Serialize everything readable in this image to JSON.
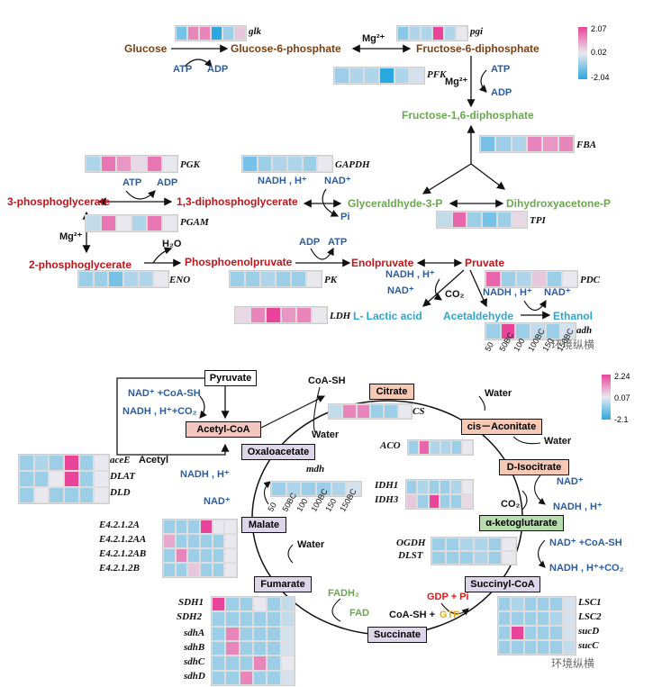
{
  "colors": {
    "high": "#e8459a",
    "mid": "#e8e8ee",
    "low": "#2ba8e0",
    "metabolite_brown": "#7b3f12",
    "metabolite_red": "#c0161c",
    "metabolite_green": "#6aa84f",
    "cofactor_blue": "#2a5d9f"
  },
  "glycolysis": {
    "glucose": "Glucose",
    "g6p": "Glucose-6-phosphate",
    "f6dp": "Fructose-6-diphosphate",
    "f16dp": "Fructose-1,6-diphosphate",
    "gap": "Glyceraldhyde-3-P",
    "dhap": "Dihydroxyacetone-P",
    "bpg13": "1,3-diphosphoglycerate",
    "pg3": "3-phosphoglycerate",
    "pg2": "2-phosphoglycerate",
    "pep": "Phosphoenolpruvate",
    "enol": "Enolpruvate",
    "pyr": "Pruvate",
    "lactic": "L- Lactic acid",
    "acetald": "Acetaldehyde",
    "ethanol": "Ethanol"
  },
  "cofactors": {
    "atp": "ATP",
    "adp": "ADP",
    "mg": "Mg²⁺",
    "nadh_h": "NADH , H⁺",
    "nad": "NAD⁺",
    "pi": "Pi",
    "h2o": "H₂O",
    "co2": "CO₂",
    "nadh_h_plus": "NADH , H⁺",
    "nad_coa": "NAD⁺ +CoA-SH",
    "nadh_co2": "NADH , H⁺+CO₂",
    "coash": "CoA-SH",
    "water": "Water",
    "gdp_pi": "GDP + Pi",
    "coash_plus": "CoA-SH +",
    "gtp": "GTP",
    "fadh2": "FADH₂",
    "fad": "FAD",
    "acetyl": "Acetyl",
    "nadh_h_pdc": "NADH , H⁺"
  },
  "tca": {
    "pyruvate": "Pyruvate",
    "acetylcoa": "Acetyl-CoA",
    "oxaloacetate": "Oxaloacetate",
    "citrate": "Citrate",
    "cisaconitate": "cis－Aconitate",
    "disocitrate": "D-Isocitrate",
    "akg": "α-ketoglutarate",
    "succoa": "Succinyl-CoA",
    "succinate": "Succinate",
    "fumarate": "Fumarate",
    "malate": "Malate"
  },
  "genes": {
    "glk": "glk",
    "pgi": "pgi",
    "pfk": "PFK",
    "fba": "FBA",
    "tpi": "TPI",
    "gapdh": "GAPDH",
    "pgk": "PGK",
    "pgam": "PGAM",
    "eno": "ENO",
    "pk": "PK",
    "pdc": "PDC",
    "adh": "adh",
    "ldh": "LDH",
    "cs": "CS",
    "aco": "ACO",
    "idh1": "IDH1",
    "idh3": "IDH3",
    "ogdh": "OGDH",
    "dlst": "DLST",
    "acee": "aceE",
    "dlat": "DLAT",
    "dld": "DLD",
    "mdh": "mdh",
    "e4a": "E4.2.1.2A",
    "e4aa": "E4.2.1.2AA",
    "e4ab": "E4.2.1.2AB",
    "e4b": "E4.2.1.2B",
    "sdh1": "SDH1",
    "sdh2": "SDH2",
    "sdha": "sdhA",
    "sdhb": "sdhB",
    "sdhc": "sdhC",
    "sdhd": "sdhD",
    "lsc1": "LSC1",
    "lsc2": "LSC2",
    "sucd": "sucD",
    "succ": "sucC"
  },
  "legend1": {
    "max": "2.07",
    "mid": "0.02",
    "min": "-2.04"
  },
  "legend2": {
    "max": "2.24",
    "mid": "0.07",
    "min": "-2.1"
  },
  "conditions1": [
    "50",
    "50BC",
    "100",
    "100BC",
    "150",
    "150BC"
  ],
  "conditions2": [
    "50",
    "50BC",
    "100",
    "100BC",
    "150",
    "150BC"
  ],
  "watermark": "环境纵横",
  "heatmaps": {
    "glk": [
      [
        0.2,
        0.8,
        0.8,
        0.0,
        0.3,
        0.6
      ]
    ],
    "pgi": [
      [
        0.25,
        0.35,
        0.35,
        1.0,
        0.35,
        0.5
      ]
    ],
    "pfk": [
      [
        0.3,
        0.35,
        0.35,
        0.0,
        0.35,
        0.45
      ]
    ],
    "fba": [
      [
        0.2,
        0.3,
        0.35,
        0.8,
        0.75,
        0.8
      ]
    ],
    "tpi": [
      [
        0.4,
        0.9,
        0.3,
        0.2,
        0.3,
        0.55
      ]
    ],
    "gapdh": [
      [
        0.2,
        0.3,
        0.35,
        0.35,
        0.3,
        0.5
      ]
    ],
    "pgk": [
      [
        0.35,
        0.85,
        0.75,
        0.55,
        0.85,
        0.5
      ]
    ],
    "pgam": [
      [
        0.4,
        0.85,
        0.5,
        0.35,
        0.85,
        0.5
      ]
    ],
    "eno": [
      [
        0.3,
        0.3,
        0.2,
        0.35,
        0.35,
        0.5
      ]
    ],
    "pk": [
      [
        0.3,
        0.3,
        0.35,
        0.3,
        0.3,
        0.5
      ]
    ],
    "pdc": [
      [
        0.9,
        0.3,
        0.35,
        0.6,
        0.3,
        0.5
      ]
    ],
    "adh": [
      [
        0.3,
        1.0,
        0.3,
        0.4,
        0.3,
        0.45
      ]
    ],
    "ldh": [
      [
        0.55,
        0.8,
        1.0,
        0.75,
        0.8,
        0.5
      ]
    ],
    "cs": [
      [
        0.4,
        0.8,
        0.8,
        0.3,
        0.3,
        0.5
      ]
    ],
    "aco": [
      [
        0.3,
        0.9,
        0.35,
        0.35,
        0.3,
        0.5
      ]
    ],
    "idh": [
      [
        0.3,
        0.35,
        0.3,
        0.3,
        0.35,
        0.5
      ],
      [
        0.6,
        0.3,
        1.0,
        0.3,
        0.3,
        0.55
      ]
    ],
    "ogdh": [
      [
        0.3,
        0.3,
        0.35,
        0.35,
        0.3,
        0.5
      ],
      [
        0.3,
        0.3,
        0.3,
        0.35,
        0.3,
        0.5
      ]
    ],
    "acee": [
      [
        0.3,
        0.35,
        0.3,
        1.0,
        0.3,
        0.5
      ],
      [
        0.3,
        0.3,
        0.5,
        1.0,
        0.3,
        0.5
      ],
      [
        0.3,
        0.5,
        0.3,
        0.3,
        0.3,
        0.5
      ]
    ],
    "mdh": [
      [
        0.3,
        0.35,
        0.3,
        0.3,
        0.35,
        0.45
      ]
    ],
    "e4": [
      [
        0.3,
        0.3,
        0.3,
        1.0,
        0.5,
        0.5
      ],
      [
        0.7,
        0.3,
        0.3,
        0.3,
        0.3,
        0.5
      ],
      [
        0.3,
        0.8,
        0.3,
        0.3,
        0.3,
        0.5
      ],
      [
        0.3,
        0.3,
        0.6,
        0.3,
        0.3,
        0.5
      ]
    ],
    "sdh": [
      [
        1.0,
        0.3,
        0.3,
        0.5,
        0.3,
        0.4
      ],
      [
        0.3,
        0.3,
        0.3,
        0.3,
        0.3,
        0.4
      ],
      [
        0.3,
        0.8,
        0.3,
        0.3,
        0.3,
        0.45
      ],
      [
        0.3,
        0.8,
        0.3,
        0.3,
        0.3,
        0.45
      ],
      [
        0.3,
        0.3,
        0.3,
        0.8,
        0.3,
        0.5
      ],
      [
        0.3,
        0.3,
        0.8,
        0.3,
        0.3,
        0.45
      ]
    ],
    "lsc": [
      [
        0.3,
        0.35,
        0.3,
        0.3,
        0.3,
        0.45
      ],
      [
        0.3,
        0.3,
        0.3,
        0.3,
        0.35,
        0.45
      ],
      [
        0.3,
        1.0,
        0.3,
        0.3,
        0.3,
        0.45
      ],
      [
        0.3,
        0.3,
        0.3,
        0.3,
        0.3,
        0.4
      ]
    ]
  }
}
